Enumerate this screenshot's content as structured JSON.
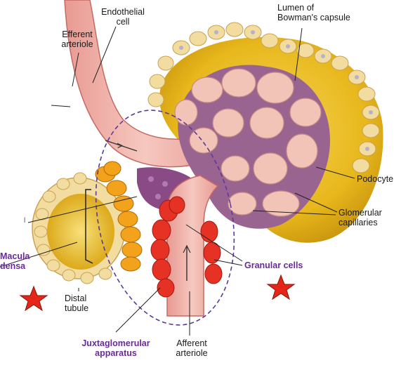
{
  "labels": {
    "endothelial_cell": "Endothelial\ncell",
    "efferent_arteriole": "Efferent\narteriole",
    "lumen_bowman": "Lumen of\nBowman's capsule",
    "podocyte": "Podocyte",
    "glomerular_capillaries": "Glomerular\ncapillaries",
    "macula_densa": "Macula\ndensa",
    "granular_cells": "Granular cells",
    "distal_tubule": "Distal\ntubule",
    "juxtaglomerular_apparatus": "Juxtaglomerular\napparatus",
    "afferent_arteriole": "Afferent\narteriole",
    "stray_mark": "l"
  },
  "colors": {
    "capsule_yellow": "#e8b81c",
    "capsule_wall": "#f2dca0",
    "vessel_pink": "#f0b4ac",
    "capillary_pink": "#f2c4b8",
    "mesangial_purple": "#8a4a86",
    "macula_orange": "#f3a21c",
    "granular_red": "#e53224",
    "label_purple": "#6a2a9a",
    "star_red": "#e42618"
  },
  "icons": [
    "star-icon",
    "star-icon"
  ]
}
